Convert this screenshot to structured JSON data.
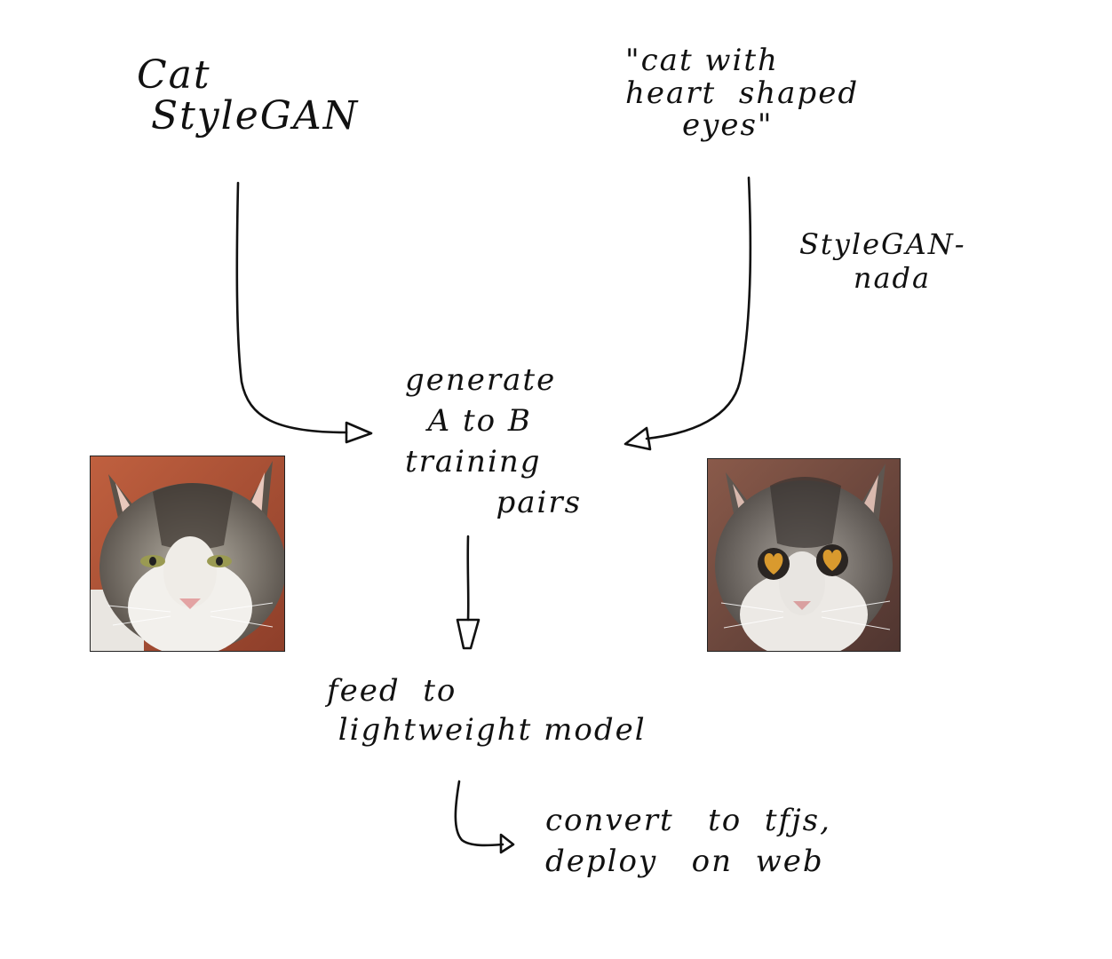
{
  "labels": {
    "source_model": "Cat\n StyleGAN",
    "prompt": "\"cat with\nheart  shaped\n     eyes\"",
    "method": "StyleGAN-\n     nada",
    "generate": "generate\n  A to B\ntraining\n        pairs",
    "feed": "feed  to\n lightweight model",
    "convert": "convert   to  tfjs,\ndeploy   on  web"
  },
  "images": {
    "input_cat": {
      "icon": "cat-photo"
    },
    "output_cat": {
      "icon": "cat-photo-heart-eyes"
    }
  },
  "colors": {
    "ink": "#111111",
    "brick": "#b5553a",
    "heart_eye": "#d99a2e"
  }
}
